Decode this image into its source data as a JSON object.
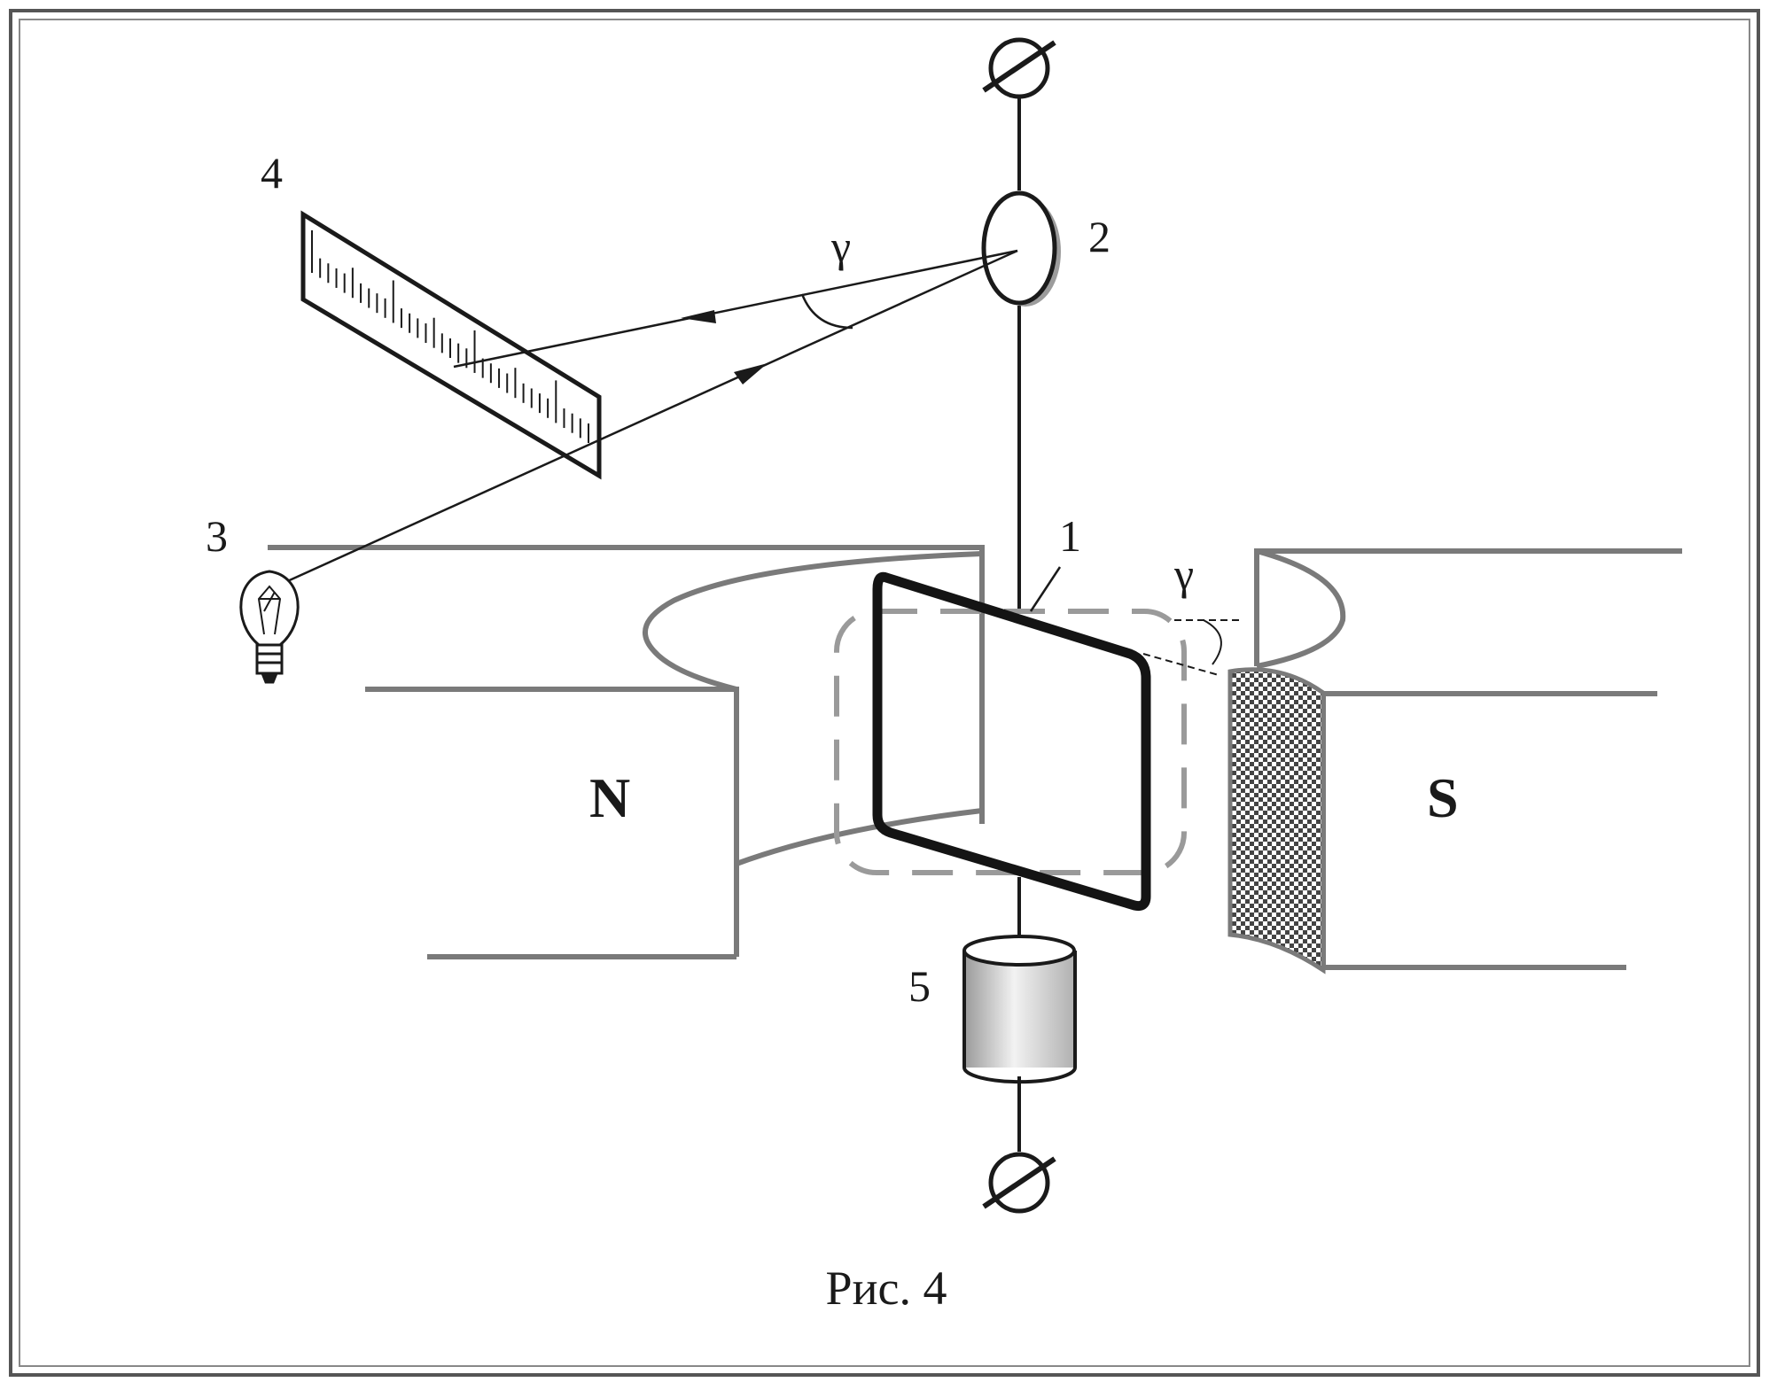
{
  "figure": {
    "caption": "Рис. 4"
  },
  "labels": {
    "frame": "1",
    "mirror": "2",
    "lamp": "3",
    "scale": "4",
    "weight": "5",
    "angle_top": "γ",
    "angle_right": "γ",
    "north_pole": "N",
    "south_pole": "S"
  },
  "colors": {
    "ink": "#1a1a1a",
    "magnet": "#7a7a7a",
    "dashed_contour": "#9a9a9a",
    "hatch": "#555555"
  }
}
